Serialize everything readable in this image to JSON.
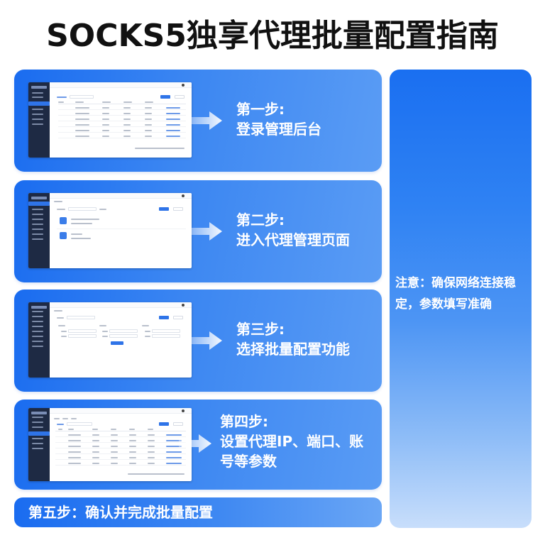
{
  "title": "SOCKS5独享代理批量配置指南",
  "steps": [
    {
      "label": "第一步:",
      "desc": "登录管理后台",
      "screenshot": "admin-dashboard-table-view"
    },
    {
      "label": "第二步:",
      "desc": "进入代理管理页面",
      "screenshot": "proxy-management-page"
    },
    {
      "label": "第三步:",
      "desc": "选择批量配置功能",
      "screenshot": "batch-config-form"
    },
    {
      "label": "第四步:",
      "desc": "设置代理IP、端口、账号等参数",
      "screenshot": "proxy-parameter-table"
    }
  ],
  "step5": {
    "text": "第五步：确认并完成批量配置"
  },
  "note": {
    "text": "注意：确保网络连接稳定，参数填写准确"
  },
  "icons": {
    "arrow": "arrow-right-icon"
  },
  "colors": {
    "card_start": "#1a6cf0",
    "card_end": "#5a9cf4",
    "title": "#111111",
    "text": "#ffffff",
    "sidebar": "#1e2a44"
  }
}
